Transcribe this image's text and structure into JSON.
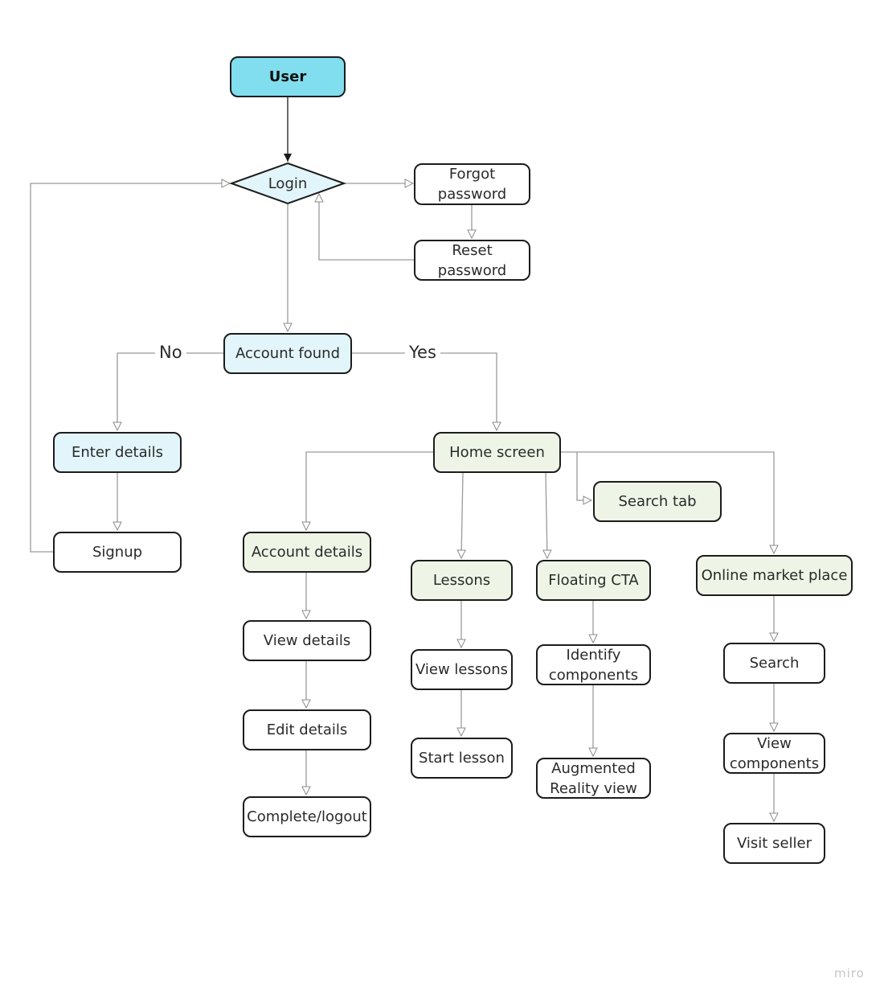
{
  "nodes": {
    "user": "User",
    "login": "Login",
    "forgot_password": "Forgot\npassword",
    "reset_password": "Reset password",
    "account_found": "Account found",
    "enter_details": "Enter details",
    "signup": "Signup",
    "home_screen": "Home screen",
    "search_tab": "Search tab",
    "account_details": "Account details",
    "view_details": "View details",
    "edit_details": "Edit details",
    "complete_logout": "Complete/logout",
    "lessons": "Lessons",
    "view_lessons": "View lessons",
    "start_lesson": "Start lesson",
    "floating_cta": "Floating CTA",
    "identify_components": "Identify\ncomponents",
    "augmented_reality_view": "Augmented\nReality view",
    "online_market_place": "Online market place",
    "search": "Search",
    "view_components": "View\ncomponents",
    "visit_seller": "Visit seller"
  },
  "edge_labels": {
    "no": "No",
    "yes": "Yes"
  },
  "watermark": "miro",
  "colors": {
    "user_fill": "#80deee",
    "decision_fill": "#e2f5fa",
    "green_fill": "#eef5e6",
    "connector": "#9a9a9a"
  }
}
